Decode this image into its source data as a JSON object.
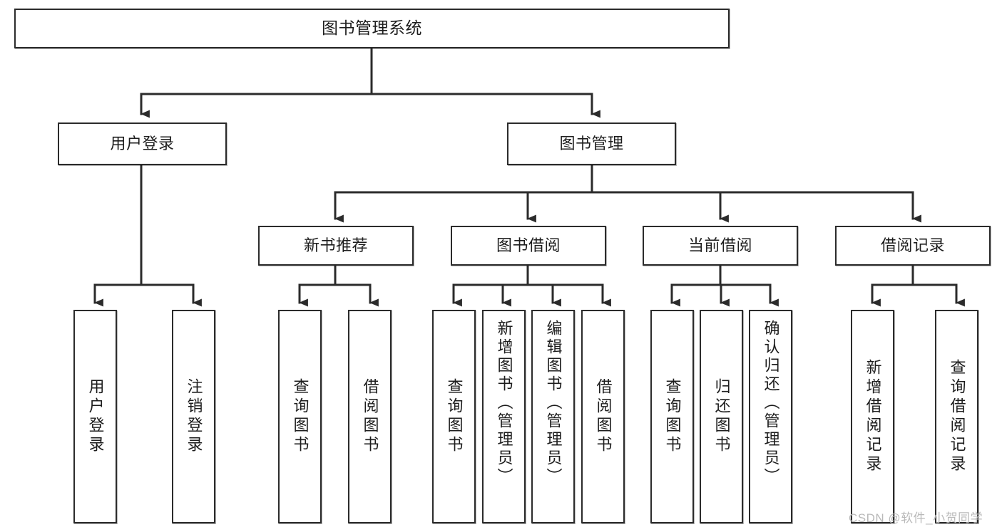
{
  "diagram": {
    "title": "图书管理系统",
    "type": "hierarchy-tree",
    "watermark": "CSDN @软件_小贺同学",
    "colors": {
      "stroke": "#2b2b2b",
      "fill": "#ffffff",
      "text": "#1d1d1d",
      "watermark": "#b9b9b9"
    },
    "levels": [
      {
        "level": 1,
        "nodes": [
          {
            "id": "root",
            "label": "图书管理系统",
            "orientation": "horizontal"
          }
        ]
      },
      {
        "level": 2,
        "nodes": [
          {
            "id": "login",
            "label": "用户登录",
            "orientation": "horizontal",
            "parent": "root"
          },
          {
            "id": "bookmgmt",
            "label": "图书管理",
            "orientation": "horizontal",
            "parent": "root"
          }
        ]
      },
      {
        "level": 3,
        "nodes": [
          {
            "id": "newbook",
            "label": "新书推荐",
            "orientation": "horizontal",
            "parent": "bookmgmt"
          },
          {
            "id": "borrow",
            "label": "图书借阅",
            "orientation": "horizontal",
            "parent": "bookmgmt"
          },
          {
            "id": "current",
            "label": "当前借阅",
            "orientation": "horizontal",
            "parent": "bookmgmt"
          },
          {
            "id": "records",
            "label": "借阅记录",
            "orientation": "horizontal",
            "parent": "bookmgmt"
          }
        ]
      },
      {
        "level": 4,
        "nodes": [
          {
            "id": "leaf1",
            "label": "用户登录",
            "orientation": "vertical",
            "parent": "login"
          },
          {
            "id": "leaf2",
            "label": "注销登录",
            "orientation": "vertical",
            "parent": "login"
          },
          {
            "id": "leaf3",
            "label": "查询图书",
            "orientation": "vertical",
            "parent": "newbook"
          },
          {
            "id": "leaf4",
            "label": "借阅图书",
            "orientation": "vertical",
            "parent": "newbook"
          },
          {
            "id": "leaf5",
            "label": "查询图书",
            "orientation": "vertical",
            "parent": "borrow"
          },
          {
            "id": "leaf6",
            "label": "新增图书（管理员）",
            "orientation": "vertical",
            "parent": "borrow"
          },
          {
            "id": "leaf7",
            "label": "编辑图书（管理员）",
            "orientation": "vertical",
            "parent": "borrow"
          },
          {
            "id": "leaf8",
            "label": "借阅图书",
            "orientation": "vertical",
            "parent": "borrow"
          },
          {
            "id": "leaf9",
            "label": "查询图书",
            "orientation": "vertical",
            "parent": "current"
          },
          {
            "id": "leaf10",
            "label": "归还图书",
            "orientation": "vertical",
            "parent": "current"
          },
          {
            "id": "leaf11",
            "label": "确认归还（管理员）",
            "orientation": "vertical",
            "parent": "current"
          },
          {
            "id": "leaf12",
            "label": "新增借阅记录",
            "orientation": "vertical",
            "parent": "records"
          },
          {
            "id": "leaf13",
            "label": "查询借阅记录",
            "orientation": "vertical",
            "parent": "records"
          }
        ]
      }
    ]
  }
}
